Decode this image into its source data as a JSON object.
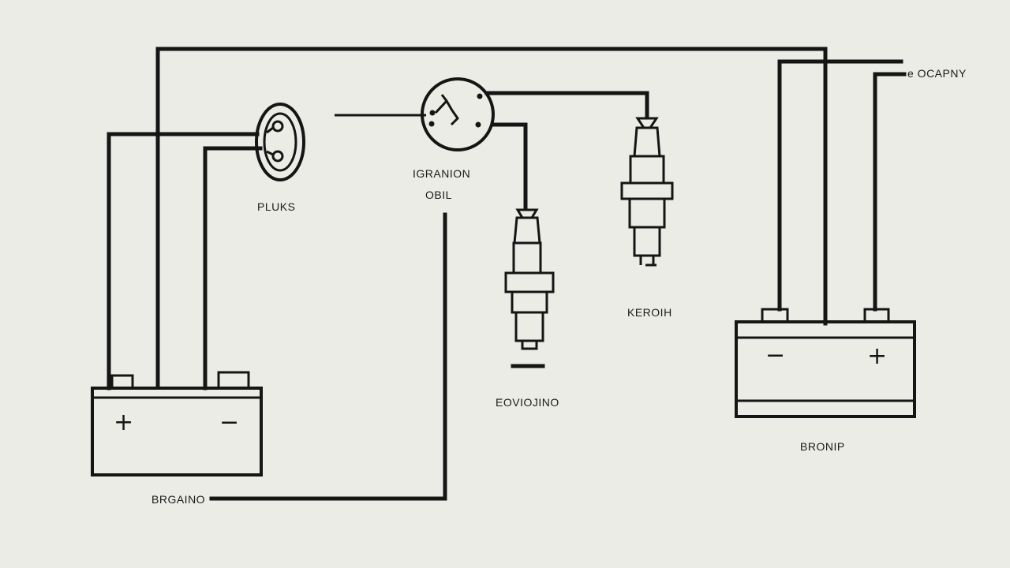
{
  "labels": {
    "plugs": "PLUKS",
    "ignition_line1": "IGRANION",
    "ignition_line2": "OBIL",
    "top_right": "e OCAPNY",
    "plug_right": "KEROIH",
    "plug_center": "EOVIOJINO",
    "battery_right": "BRONIP",
    "battery_left": "BRGAINO"
  },
  "battery_left": {
    "left_terminal": "+",
    "right_terminal": "−"
  },
  "battery_right": {
    "left_terminal": "−",
    "right_terminal": "+"
  },
  "colors": {
    "background": "#ecece7",
    "ink": "#151515"
  }
}
